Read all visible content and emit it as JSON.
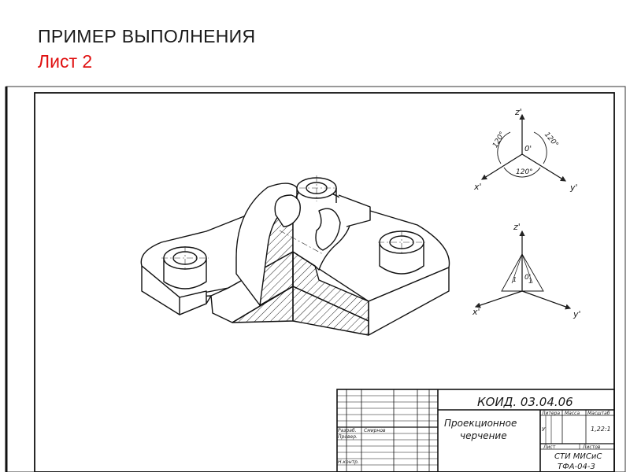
{
  "slide": {
    "title": "ПРИМЕР ВЫПОЛНЕНИЯ",
    "subtitle": "Лист 2",
    "accent_color": "#e01010"
  },
  "axes_diagram_1": {
    "z_label": "z'",
    "x_label": "x'",
    "y_label": "y'",
    "origin_label": "0'",
    "angle_left": "120°",
    "angle_right": "120°",
    "angle_bottom": "120°"
  },
  "axes_diagram_2": {
    "z_label": "z'",
    "x_label": "x'",
    "y_label": "y'",
    "origin_label": "0'",
    "left_mark": "1",
    "right_mark": "1"
  },
  "title_block": {
    "code": "КОИД. 03.04.06",
    "name_line1": "Проекционное",
    "name_line2": "черчение",
    "col_letter": "Литера",
    "col_mass": "Масса",
    "col_scale": "Масштаб",
    "letter_value": "У",
    "scale_value": "1,22:1",
    "sheet_label": "Лист",
    "sheets_label": "Листов",
    "role_developer": "Разраб.",
    "developer_name": "Смирнов",
    "role_checker": "Провер.",
    "role_norm": "Н.контр.",
    "org_line1": "СТИ МИСиС",
    "org_line2": "ТФА-04-3"
  }
}
